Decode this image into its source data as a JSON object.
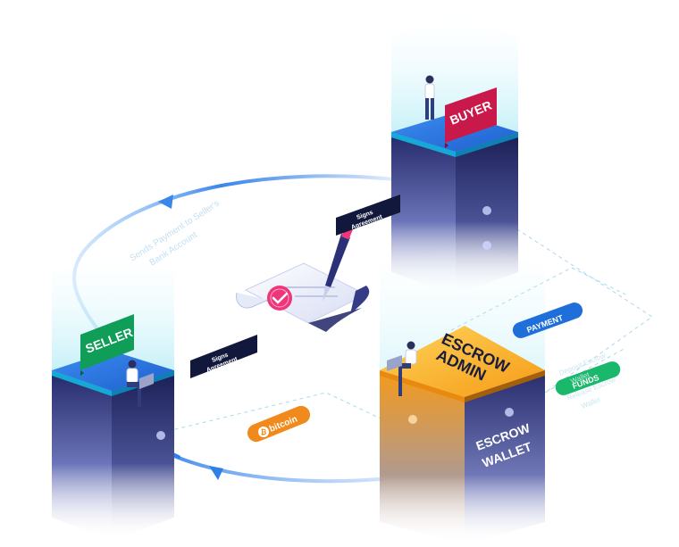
{
  "nodes": {
    "buyer": "BUYER",
    "seller": "SELLER",
    "escrow_admin_line1": "ESCROW",
    "escrow_admin_line2": "ADMIN",
    "escrow_wallet_line1": "ESCROW",
    "escrow_wallet_line2": "WALLET"
  },
  "tags": {
    "buyer_signs_line1": "Signs",
    "buyer_signs_line2": "Agreement",
    "seller_signs_line1": "Signs",
    "seller_signs_line2": "Agreement",
    "payment": "PAYMENT",
    "funds": "FUNDS",
    "bitcoin": "bitcoin",
    "bitcoin_symbol": "₿"
  },
  "flows": {
    "sends_payment_line1": "Sends Payment to Seller's",
    "sends_payment_line2": "Bank Account",
    "deposit_wallet_line1": "Deposit Escrow",
    "deposit_wallet_line2": "Wallet",
    "release_wallet_line1": "Release Escrow",
    "release_wallet_line2": "Wallet"
  },
  "icons": [
    "person-icon",
    "laptop-icon",
    "pen-icon",
    "contract-icon",
    "checkmark-icon",
    "arrow-icon"
  ],
  "colors": {
    "buyer_tag": "#c9184a",
    "seller_tag": "#0f9d58",
    "payment_pill": "#1e6fd9",
    "funds_pill": "#19b86a",
    "bitcoin_pill": "#f08a1c",
    "escrow_top": "#f7a51c",
    "pillar_dark": "#262a68",
    "pillar_top": "#2a6fe0",
    "flow_arrow": "#2f7fe8",
    "check_seal": "#f0357a"
  }
}
